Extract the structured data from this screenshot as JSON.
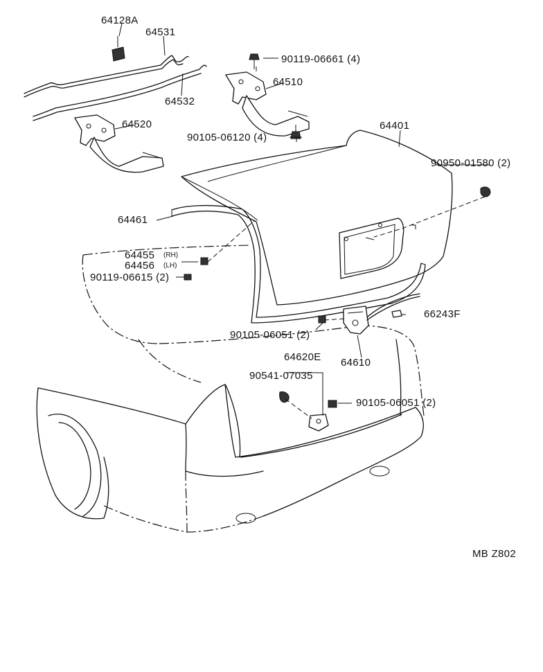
{
  "diagram_code": "MB Z802",
  "labels": {
    "p64128A": "64128A",
    "p64531": "64531",
    "p64532": "64532",
    "p90119_06661": "90119-06661 (4)",
    "p64510": "64510",
    "p64520": "64520",
    "p90105_06120": "90105-06120 (4)",
    "p64401": "64401",
    "p90950_01580": "90950-01580 (2)",
    "p64461": "64461",
    "p64455": "64455",
    "p64455_side": "(RH)",
    "p64456": "64456",
    "p64456_side": "(LH)",
    "p90119_06615": "90119-06615 (2)",
    "p66243F": "66243F",
    "p90105_06051_a": "90105-06051 (2)",
    "p64610": "64610",
    "p64620E": "64620E",
    "p90541_07035": "90541-07035",
    "p90105_06051_b": "90105-06051 (2)"
  }
}
